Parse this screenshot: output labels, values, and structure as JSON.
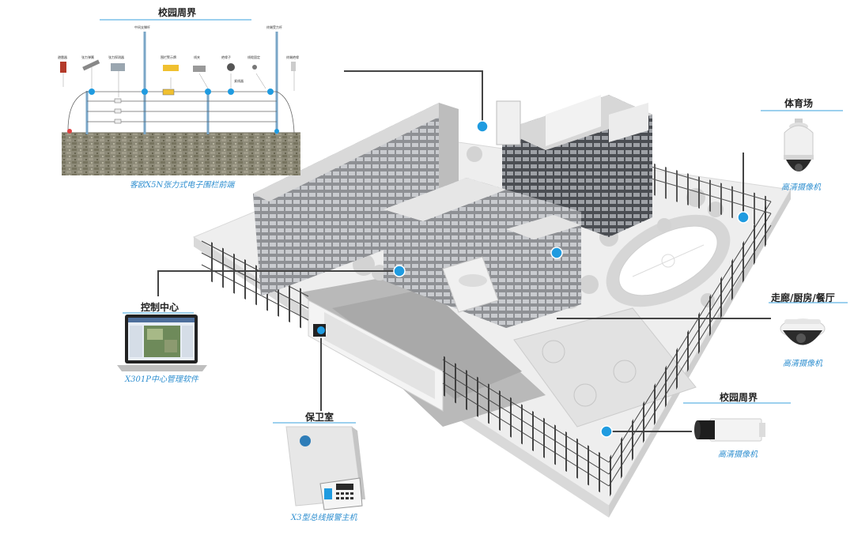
{
  "labels": {
    "fence_top_title": "校园周界",
    "fence_caption": "客欧X5N张力式电子围栏前端",
    "gym_title": "体育场",
    "gym_caption": "高清摄像机",
    "corridor_title": "走廊/厨房/餐厅",
    "corridor_caption": "高清摄像机",
    "perimeter_title": "校园周界",
    "perimeter_caption": "高清摄像机",
    "control_title": "控制中心",
    "control_caption": "X301P中心管理软件",
    "guard_title": "保卫室",
    "guard_caption": "X3型总线报警主机"
  },
  "fence_parts": {
    "middle_post": "中间支撑杆",
    "terminal_post": "终端受力杆",
    "lightning_arrester": "避雷器",
    "tension_spring": "张力弹簧",
    "tension_detector": "张力探测器",
    "warning_sign": "围栏警示牌",
    "line_frame": "线夹",
    "insulator": "绝缘子",
    "wire_holder": "线缆固定",
    "tensioner": "紧线器",
    "terminal_insulator": "终端绝缘"
  },
  "colors": {
    "accent": "#1f9be0",
    "caption": "#2f8fd0",
    "rule": "#3aa0dc",
    "wall": "#8a8672"
  }
}
